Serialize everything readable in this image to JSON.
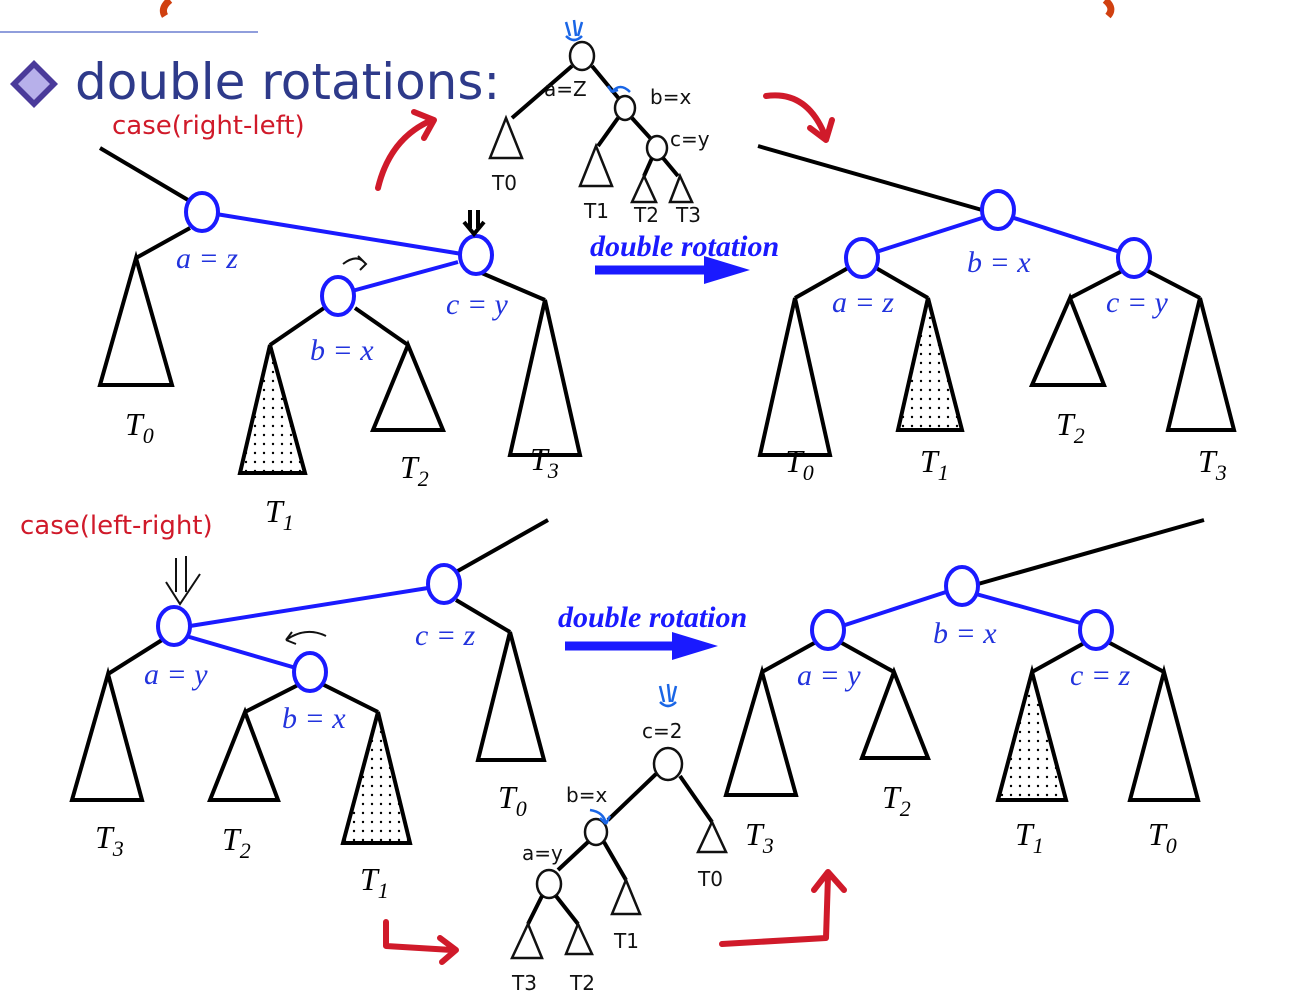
{
  "header": {
    "bullet_text": "double rotations:"
  },
  "annotations": {
    "case_top": "case(right-left)",
    "case_bottom": "case(left-right)"
  },
  "rotation_label": "double rotation",
  "top": {
    "before": {
      "node_a": "a = z",
      "node_b": "b = x",
      "node_c": "c = y",
      "trees": [
        "T0",
        "T1",
        "T2",
        "T3"
      ]
    },
    "after": {
      "node_a": "a = z",
      "node_b": "b = x",
      "node_c": "c = y",
      "trees": [
        "T0",
        "T1",
        "T2",
        "T3"
      ]
    },
    "sketch": {
      "root": "a=Z",
      "mid": "b=x",
      "low": "c=y",
      "trees": [
        "T0",
        "T1",
        "T2",
        "T3"
      ]
    }
  },
  "bottom": {
    "before": {
      "node_a": "a = y",
      "node_b": "b = x",
      "node_c": "c = z",
      "trees": [
        "T3",
        "T2",
        "T1",
        "T0"
      ]
    },
    "after": {
      "node_a": "a = y",
      "node_b": "b = x",
      "node_c": "c = z",
      "trees": [
        "T3",
        "T2",
        "T1",
        "T0"
      ]
    },
    "sketch": {
      "root": "c=2",
      "mid": "b=x",
      "low": "a=y",
      "trees": [
        "T0",
        "T1",
        "T2",
        "T3"
      ]
    }
  },
  "colors": {
    "node_stroke": "#1a1aff",
    "title": "#2e3a8a",
    "annotation": "#d01a2a"
  }
}
